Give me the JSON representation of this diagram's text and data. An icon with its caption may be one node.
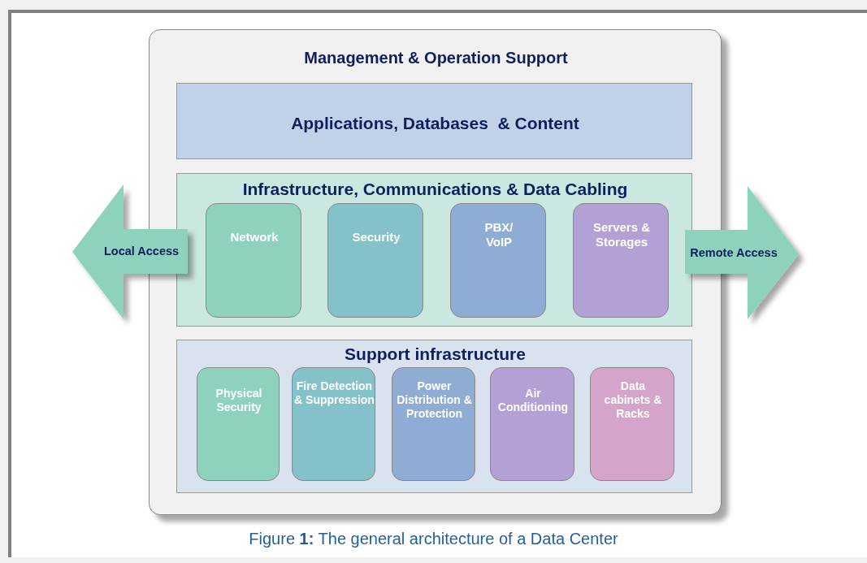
{
  "diagram": {
    "caption": "Figure **1:** The general architecture of a Data Center",
    "nodes": [
      {
        "text": [
          "Management & Operation Support"
        ]
      },
      {
        "text": [
          "Applications, Databases  & Content"
        ],
        "in": 0
      },
      {
        "text": [
          "Infrastructure, Communications & Data Cabling"
        ],
        "in": 0
      },
      {
        "text": [
          "Network"
        ],
        "in": 2
      },
      {
        "text": [
          "Security"
        ],
        "in": 2
      },
      {
        "text": [
          "PBX/ VoIP"
        ],
        "in": 2
      },
      {
        "text": [
          "Servers & Storages"
        ],
        "in": 2
      },
      {
        "text": [
          "Support infrastructure"
        ],
        "in": 0
      },
      {
        "text": [
          "Physical Security"
        ],
        "in": 7
      },
      {
        "text": [
          "Fire Detection & Suppression"
        ],
        "in": 7
      },
      {
        "text": [
          "Power Distribution & Protection"
        ],
        "in": 7
      },
      {
        "text": [
          "Air Conditioning"
        ],
        "in": 7
      },
      {
        "text": [
          "Data cabinets & Racks"
        ],
        "in": 7
      },
      {
        "text": [
          "Local Access"
        ]
      },
      {
        "text": [
          "Remote Access"
        ]
      }
    ]
  }
}
